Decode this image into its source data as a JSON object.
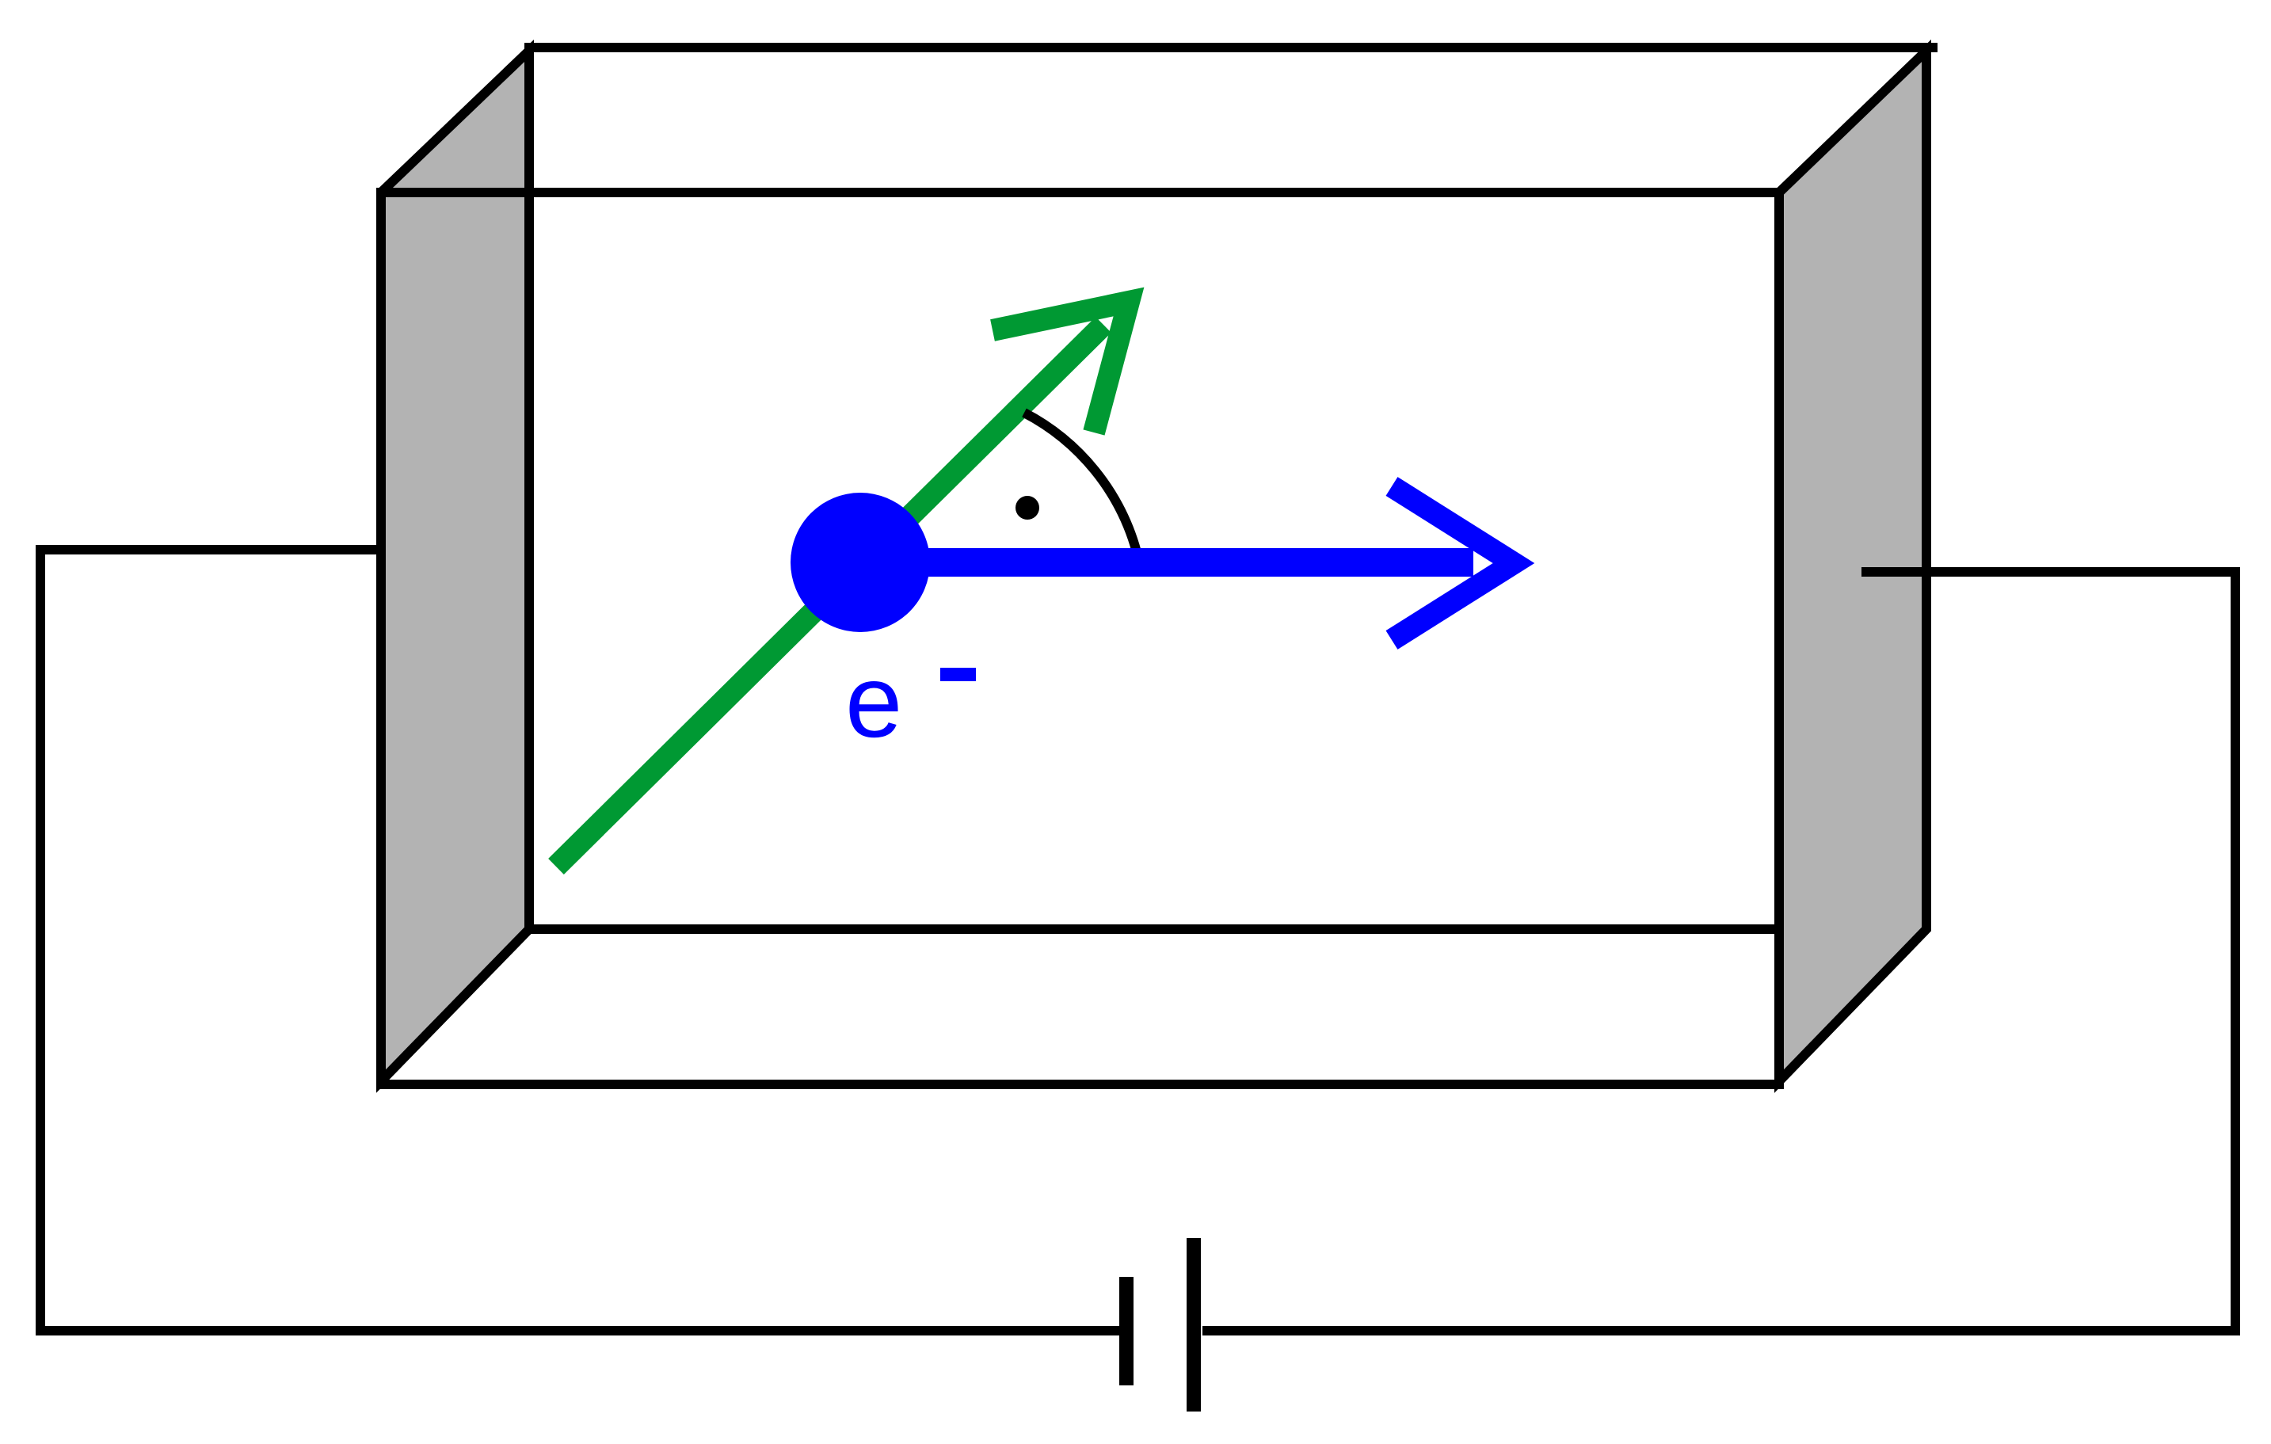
{
  "electron": {
    "symbol": "e",
    "charge": "-"
  },
  "colors": {
    "outline": "#000000",
    "plate_fill": "#b3b3b3",
    "electron": "#0000ff",
    "velocity_vector": "#0000ff",
    "field_vector": "#009933",
    "background": "#ffffff"
  },
  "annotations": {
    "right_angle_marker": true
  },
  "components": [
    "capacitor-plate-left",
    "capacitor-plate-right",
    "battery",
    "connecting-wires",
    "electron",
    "velocity-arrow",
    "field-arrow"
  ]
}
